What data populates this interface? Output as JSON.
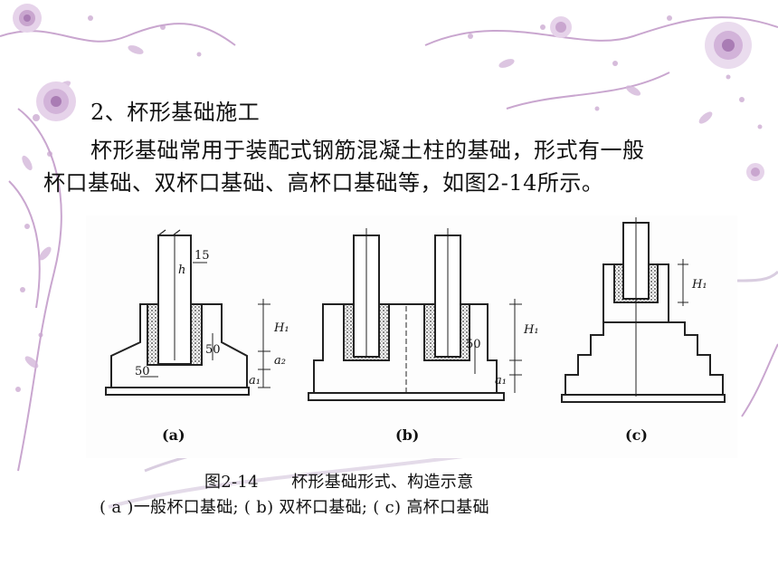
{
  "content": {
    "heading": "2、杯形基础施工",
    "paragraph_line1": "杯形基础常用于装配式钢筋混凝土柱的基础，形式有一般",
    "paragraph_line2": "杯口基础、双杯口基础、高杯口基础等，如图2-14所示。"
  },
  "figure": {
    "sub_labels": [
      "(a)",
      "(b)",
      "(c)"
    ],
    "dims": {
      "a_top": "15",
      "a_h": "h",
      "a_h1": "H₁",
      "a_50_side": "50",
      "a_50_bottom": "50",
      "a_a1": "a₁",
      "a_a2": "a₂",
      "b_h1": "H₁",
      "b_50": "50",
      "b_a1": "a₁",
      "c_h1": "H₁"
    }
  },
  "caption": {
    "line1": "图2-14      杯形基础形式、构造示意",
    "line2": "( a )一般杯口基础; ( b) 双杯口基础; ( c) 高杯口基础"
  },
  "colors": {
    "floral": "#c9a6cf",
    "floral_dark": "#a97cb4",
    "swoosh": "#d9cde0"
  }
}
